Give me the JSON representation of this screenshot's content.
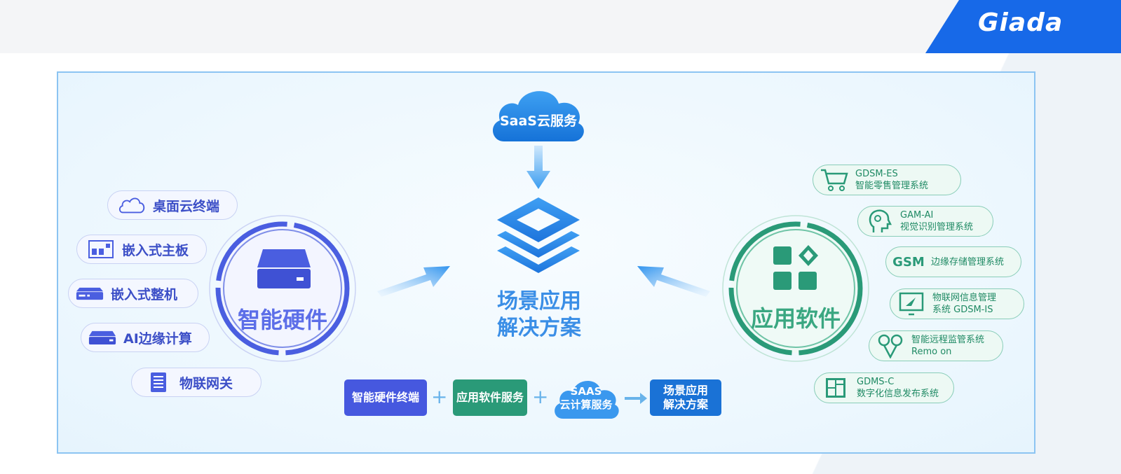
{
  "brand": {
    "logo_text": "Giada"
  },
  "cloud_service": {
    "label": "SaaS云服务"
  },
  "center": {
    "line1": "场景应用",
    "line2": "解决方案"
  },
  "hardware": {
    "title": "智能硬件",
    "items": [
      {
        "label": "桌面云终端",
        "icon": "cloud-icon"
      },
      {
        "label": "嵌入式主板",
        "icon": "motherboard-icon"
      },
      {
        "label": "嵌入式整机",
        "icon": "embedded-device-icon"
      },
      {
        "label": "AI边缘计算",
        "icon": "edge-box-icon"
      },
      {
        "label": "物联网关",
        "icon": "gateway-icon"
      }
    ]
  },
  "software": {
    "title": "应用软件",
    "items": [
      {
        "line1": "GDSM-ES",
        "line2": "智能零售管理系统",
        "icon": "shopping-cart-icon"
      },
      {
        "line1": "GAM-AI",
        "line2": "视觉识别管理系统",
        "icon": "ai-head-icon"
      },
      {
        "line1": "边缘存储管理系统",
        "line2": "",
        "icon_text": "GSM",
        "icon": "gsm-text-icon"
      },
      {
        "line1": "物联网信息管理",
        "line2": "系统  GDSM-IS",
        "icon": "monitor-icon"
      },
      {
        "line1": "智能远程监管系统",
        "line2": "Remo on",
        "icon": "remote-icon"
      },
      {
        "line1": "GDMS-C",
        "line2": "数字化信息发布系统",
        "icon": "signage-grid-icon"
      }
    ]
  },
  "formula": {
    "box1": "智能硬件终端",
    "box2": "应用软件服务",
    "cloud_line1": "SAAS",
    "cloud_line2": "云计算服务",
    "result_line1": "场景应用",
    "result_line2": "解决方案",
    "plus": "+"
  },
  "colors": {
    "hardware": "#4a5ee0",
    "software": "#2a9a78",
    "accent_blue": "#1e88e5",
    "frame": "#8cc4f2"
  }
}
